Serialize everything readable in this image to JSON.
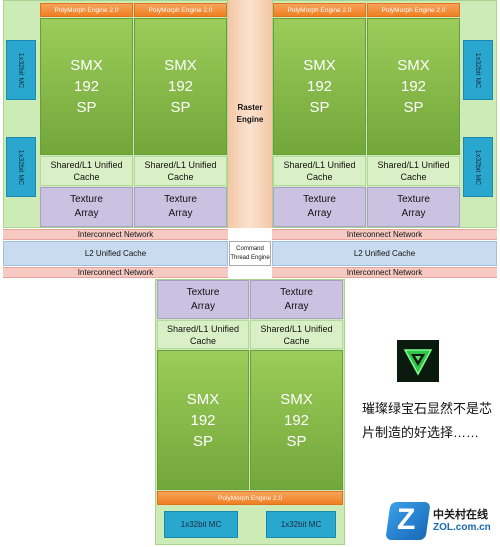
{
  "top_left": {
    "polymorph": [
      "PolyMorph Engine 2.0",
      "PolyMorph Engine 2.0"
    ],
    "smx": [
      {
        "l1": "SMX",
        "l2": "192",
        "l3": "SP"
      },
      {
        "l1": "SMX",
        "l2": "192",
        "l3": "SP"
      }
    ],
    "cache": [
      "Shared/L1 Unified Cache",
      "Shared/L1 Unified Cache"
    ],
    "texture": [
      "Texture Array",
      "Texture Array"
    ],
    "mc": [
      "1x32bit MC",
      "1x32bit MC"
    ]
  },
  "top_right": {
    "polymorph": [
      "PolyMorph Engine 2.0",
      "PolyMorph Engine 2.0"
    ],
    "smx": [
      {
        "l1": "SMX",
        "l2": "192",
        "l3": "SP"
      },
      {
        "l1": "SMX",
        "l2": "192",
        "l3": "SP"
      }
    ],
    "cache": [
      "Shared/L1 Unified Cache",
      "Shared/L1 Unified Cache"
    ],
    "texture": [
      "Texture Array",
      "Texture Array"
    ],
    "mc": [
      "1x32bit MC",
      "1x32bit MC"
    ]
  },
  "raster": {
    "line1": "Raster",
    "line2": "Engine"
  },
  "interconnect": [
    "Interconnect Network",
    "Interconnect Network",
    "Interconnect Network",
    "Interconnect Network"
  ],
  "l2": [
    "L2 Unified Cache",
    "L2 Unified Cache"
  ],
  "command": {
    "line1": "Command",
    "line2": "Thread Engine"
  },
  "bottom": {
    "texture": [
      "Texture Array",
      "Texture Array"
    ],
    "cache": [
      "Shared/L1 Unified Cache",
      "Shared/L1 Unified Cache"
    ],
    "smx": [
      {
        "l1": "SMX",
        "l2": "192",
        "l3": "SP"
      },
      {
        "l1": "SMX",
        "l2": "192",
        "l3": "SP"
      }
    ],
    "polymorph": "PolyMorph Engine 2.0",
    "mc": [
      "1x32bit MC",
      "1x32bit MC"
    ]
  },
  "caption": {
    "line1": "璀璨绿宝石显然不是芯",
    "line2": "片制造的好选择……"
  },
  "watermark": {
    "brand": "中关村在线",
    "domain": "ZOL.com.cn"
  },
  "colors": {
    "smx_green": "#72a73a",
    "polymorph_orange": "#ef7f22",
    "mc_blue": "#2aa7cf",
    "texture_purple": "#cbc1e1",
    "l2_blue": "#c9dcef",
    "interconnect_pink": "#f6c9c3"
  }
}
